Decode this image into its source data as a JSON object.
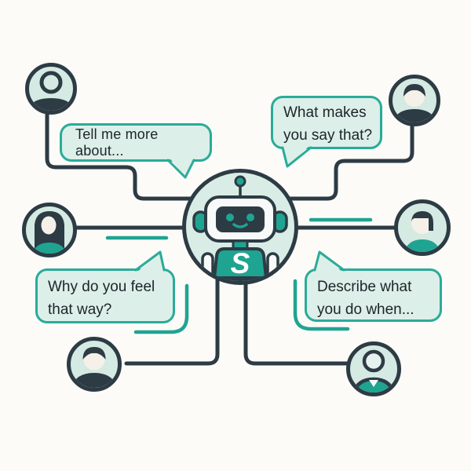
{
  "diagram": {
    "description": "chatbot-probing-questions-diagram",
    "robot": {
      "logo_letter": "S"
    },
    "bubbles": {
      "tell_me": {
        "text": "Tell me more about..."
      },
      "what_makes": {
        "line1": "What makes",
        "line2": "you say that?"
      },
      "why_feel": {
        "line1": "Why do you feel",
        "line2": "that way?"
      },
      "describe": {
        "line1": "Describe what",
        "line2": "you do when..."
      }
    },
    "avatars": {
      "top_left": "generic-user",
      "top_right": "man-dark-hair",
      "mid_left": "woman-long-hair",
      "mid_right": "man-side-hair",
      "bottom_left": "man-dark-hair",
      "bottom_right": "outlined-user"
    }
  },
  "colors": {
    "dark": "#2d3b44",
    "teal": "#1fa492",
    "bubble_border": "#2aab99",
    "bubble_fill": "#dcefe9",
    "circle_fill": "#d9ede6",
    "avatar_fill": "#d4eae3",
    "background": "#fcfbf8"
  }
}
